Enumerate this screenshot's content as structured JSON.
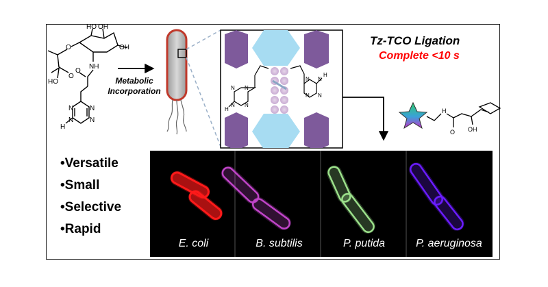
{
  "title": "Tz-TCO Ligation",
  "subtitle": "Complete <10 s",
  "arrow_label_line1": "Metabolic",
  "arrow_label_line2": "Incorporation",
  "features": [
    "•Versatile",
    "•Small",
    "•Selective",
    "•Rapid"
  ],
  "panels": [
    {
      "label": "E. coli",
      "color": "#ff1a1a"
    },
    {
      "label": "B. subtilis",
      "color": "#c044c8"
    },
    {
      "label": "P. putida",
      "color": "#9be08a"
    },
    {
      "label": "P. aeruginosa",
      "color": "#6a1cff"
    }
  ],
  "molecule_labels": {
    "oh": "OH",
    "ho": "HO",
    "o": "O",
    "nh": "NH",
    "ho_acid": "HO",
    "n": "N",
    "h": "H"
  },
  "colors": {
    "hexagon_purple": "#7e5a9b",
    "hexagon_light_blue": "#a7dcf2",
    "subtitle_red": "#ff0000",
    "cell_red": "#c0392b"
  }
}
